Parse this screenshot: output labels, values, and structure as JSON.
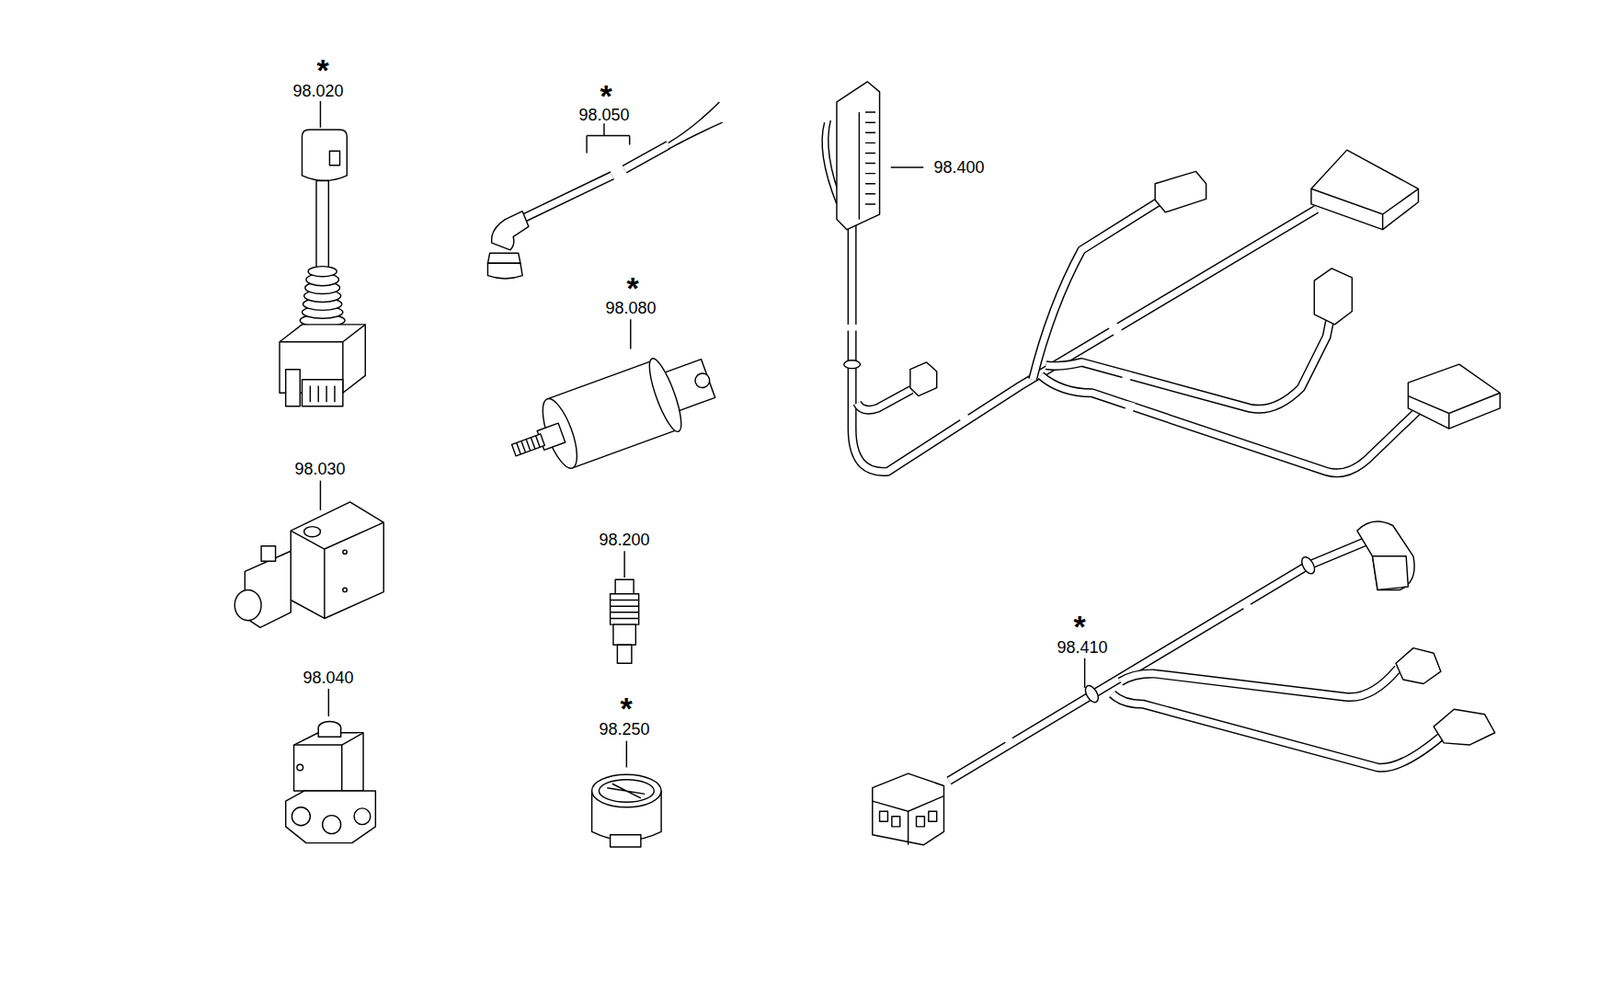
{
  "diagram": {
    "labels": [
      "*",
      "98.020",
      "*",
      "98.050",
      "98.400",
      "*",
      "98.080",
      "98.030",
      "98.200",
      "*",
      "98.250",
      "98.040",
      "*",
      "98.410"
    ]
  }
}
